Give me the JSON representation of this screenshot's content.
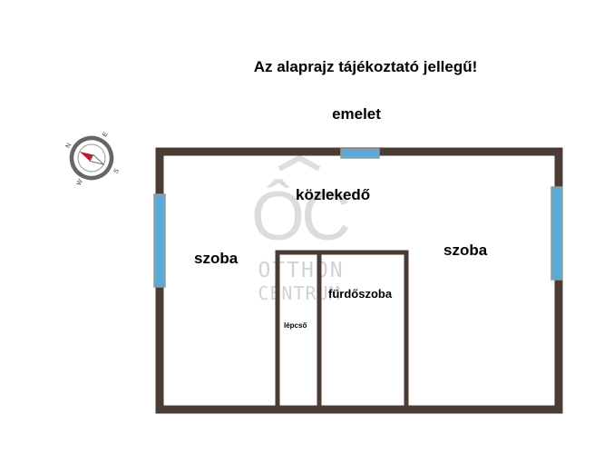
{
  "header": {
    "disclaimer": "Az alaprajz tájékoztató jellegű!",
    "floor": "emelet"
  },
  "rooms": {
    "hall": "közlekedő",
    "room_left": "szoba",
    "room_right": "szoba",
    "bathroom": "fürdőszoba",
    "stairs": "lépcső"
  },
  "watermark": {
    "logo_text": "ÔC",
    "line1": "OTTHON",
    "line2": "CENTRUM"
  },
  "compass": {
    "north": "N",
    "south": "S",
    "east": "E",
    "west": "W"
  },
  "colors": {
    "wall": "#4a3c34",
    "window": "#5aaad8",
    "window_border": "#9a9a9a",
    "watermark": "#d2d2d2",
    "compass_needle": "#c0182f"
  }
}
